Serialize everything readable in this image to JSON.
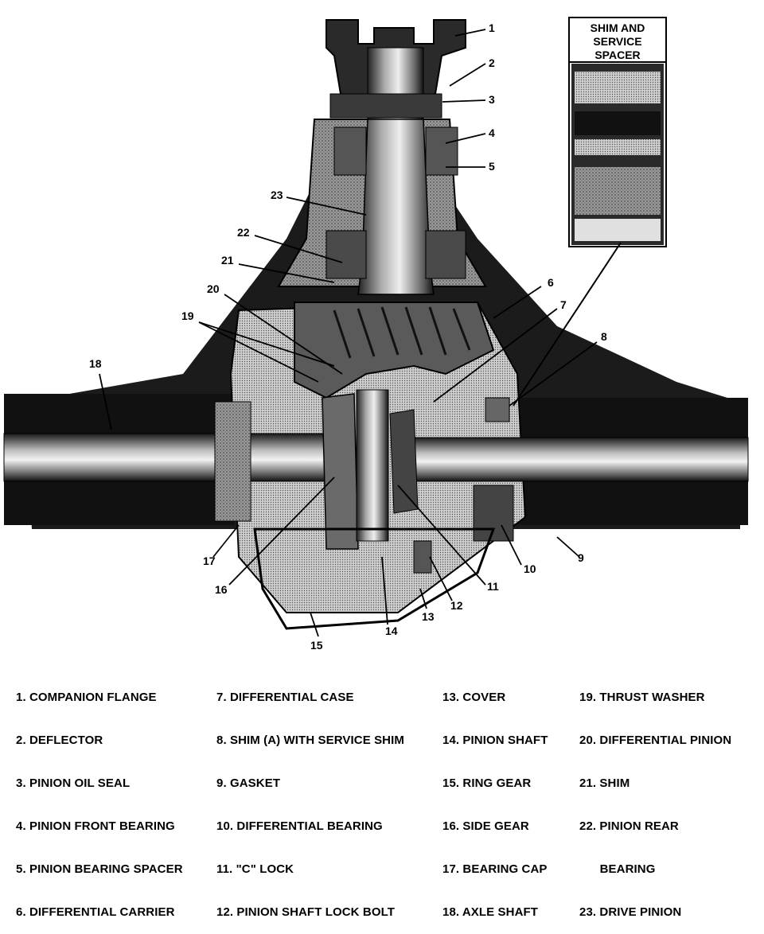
{
  "inset": {
    "title_lines": [
      "SHIM AND",
      "SERVICE",
      "SPACER"
    ]
  },
  "callouts": [
    {
      "id": "1",
      "label": "1"
    },
    {
      "id": "2",
      "label": "2"
    },
    {
      "id": "3",
      "label": "3"
    },
    {
      "id": "4",
      "label": "4"
    },
    {
      "id": "5",
      "label": "5"
    },
    {
      "id": "6",
      "label": "6"
    },
    {
      "id": "7",
      "label": "7"
    },
    {
      "id": "8",
      "label": "8"
    },
    {
      "id": "9",
      "label": "9"
    },
    {
      "id": "10",
      "label": "10"
    },
    {
      "id": "11",
      "label": "11"
    },
    {
      "id": "12",
      "label": "12"
    },
    {
      "id": "13",
      "label": "13"
    },
    {
      "id": "14",
      "label": "14"
    },
    {
      "id": "15",
      "label": "15"
    },
    {
      "id": "16",
      "label": "16"
    },
    {
      "id": "17",
      "label": "17"
    },
    {
      "id": "18",
      "label": "18"
    },
    {
      "id": "19",
      "label": "19"
    },
    {
      "id": "20",
      "label": "20"
    },
    {
      "id": "21",
      "label": "21"
    },
    {
      "id": "22",
      "label": "22"
    },
    {
      "id": "23",
      "label": "23"
    }
  ],
  "legend": {
    "columns": [
      [
        "1. COMPANION FLANGE",
        "2. DEFLECTOR",
        "3. PINION OIL SEAL",
        "4. PINION FRONT BEARING",
        "5. PINION BEARING SPACER",
        "6. DIFFERENTIAL CARRIER"
      ],
      [
        "7. DIFFERENTIAL CASE",
        "8. SHIM (A) WITH SERVICE SHIM",
        "9. GASKET",
        "10. DIFFERENTIAL BEARING",
        "11. \"C\" LOCK",
        "12. PINION SHAFT LOCK BOLT"
      ],
      [
        "13. COVER",
        "14. PINION SHAFT",
        "15. RING GEAR",
        "16. SIDE GEAR",
        "17. BEARING CAP",
        "18. AXLE SHAFT"
      ],
      [
        "19. THRUST WASHER",
        "20. DIFFERENTIAL PINION",
        "21. SHIM",
        "22. PINION REAR",
        "      BEARING",
        "23. DRIVE PINION"
      ]
    ]
  }
}
